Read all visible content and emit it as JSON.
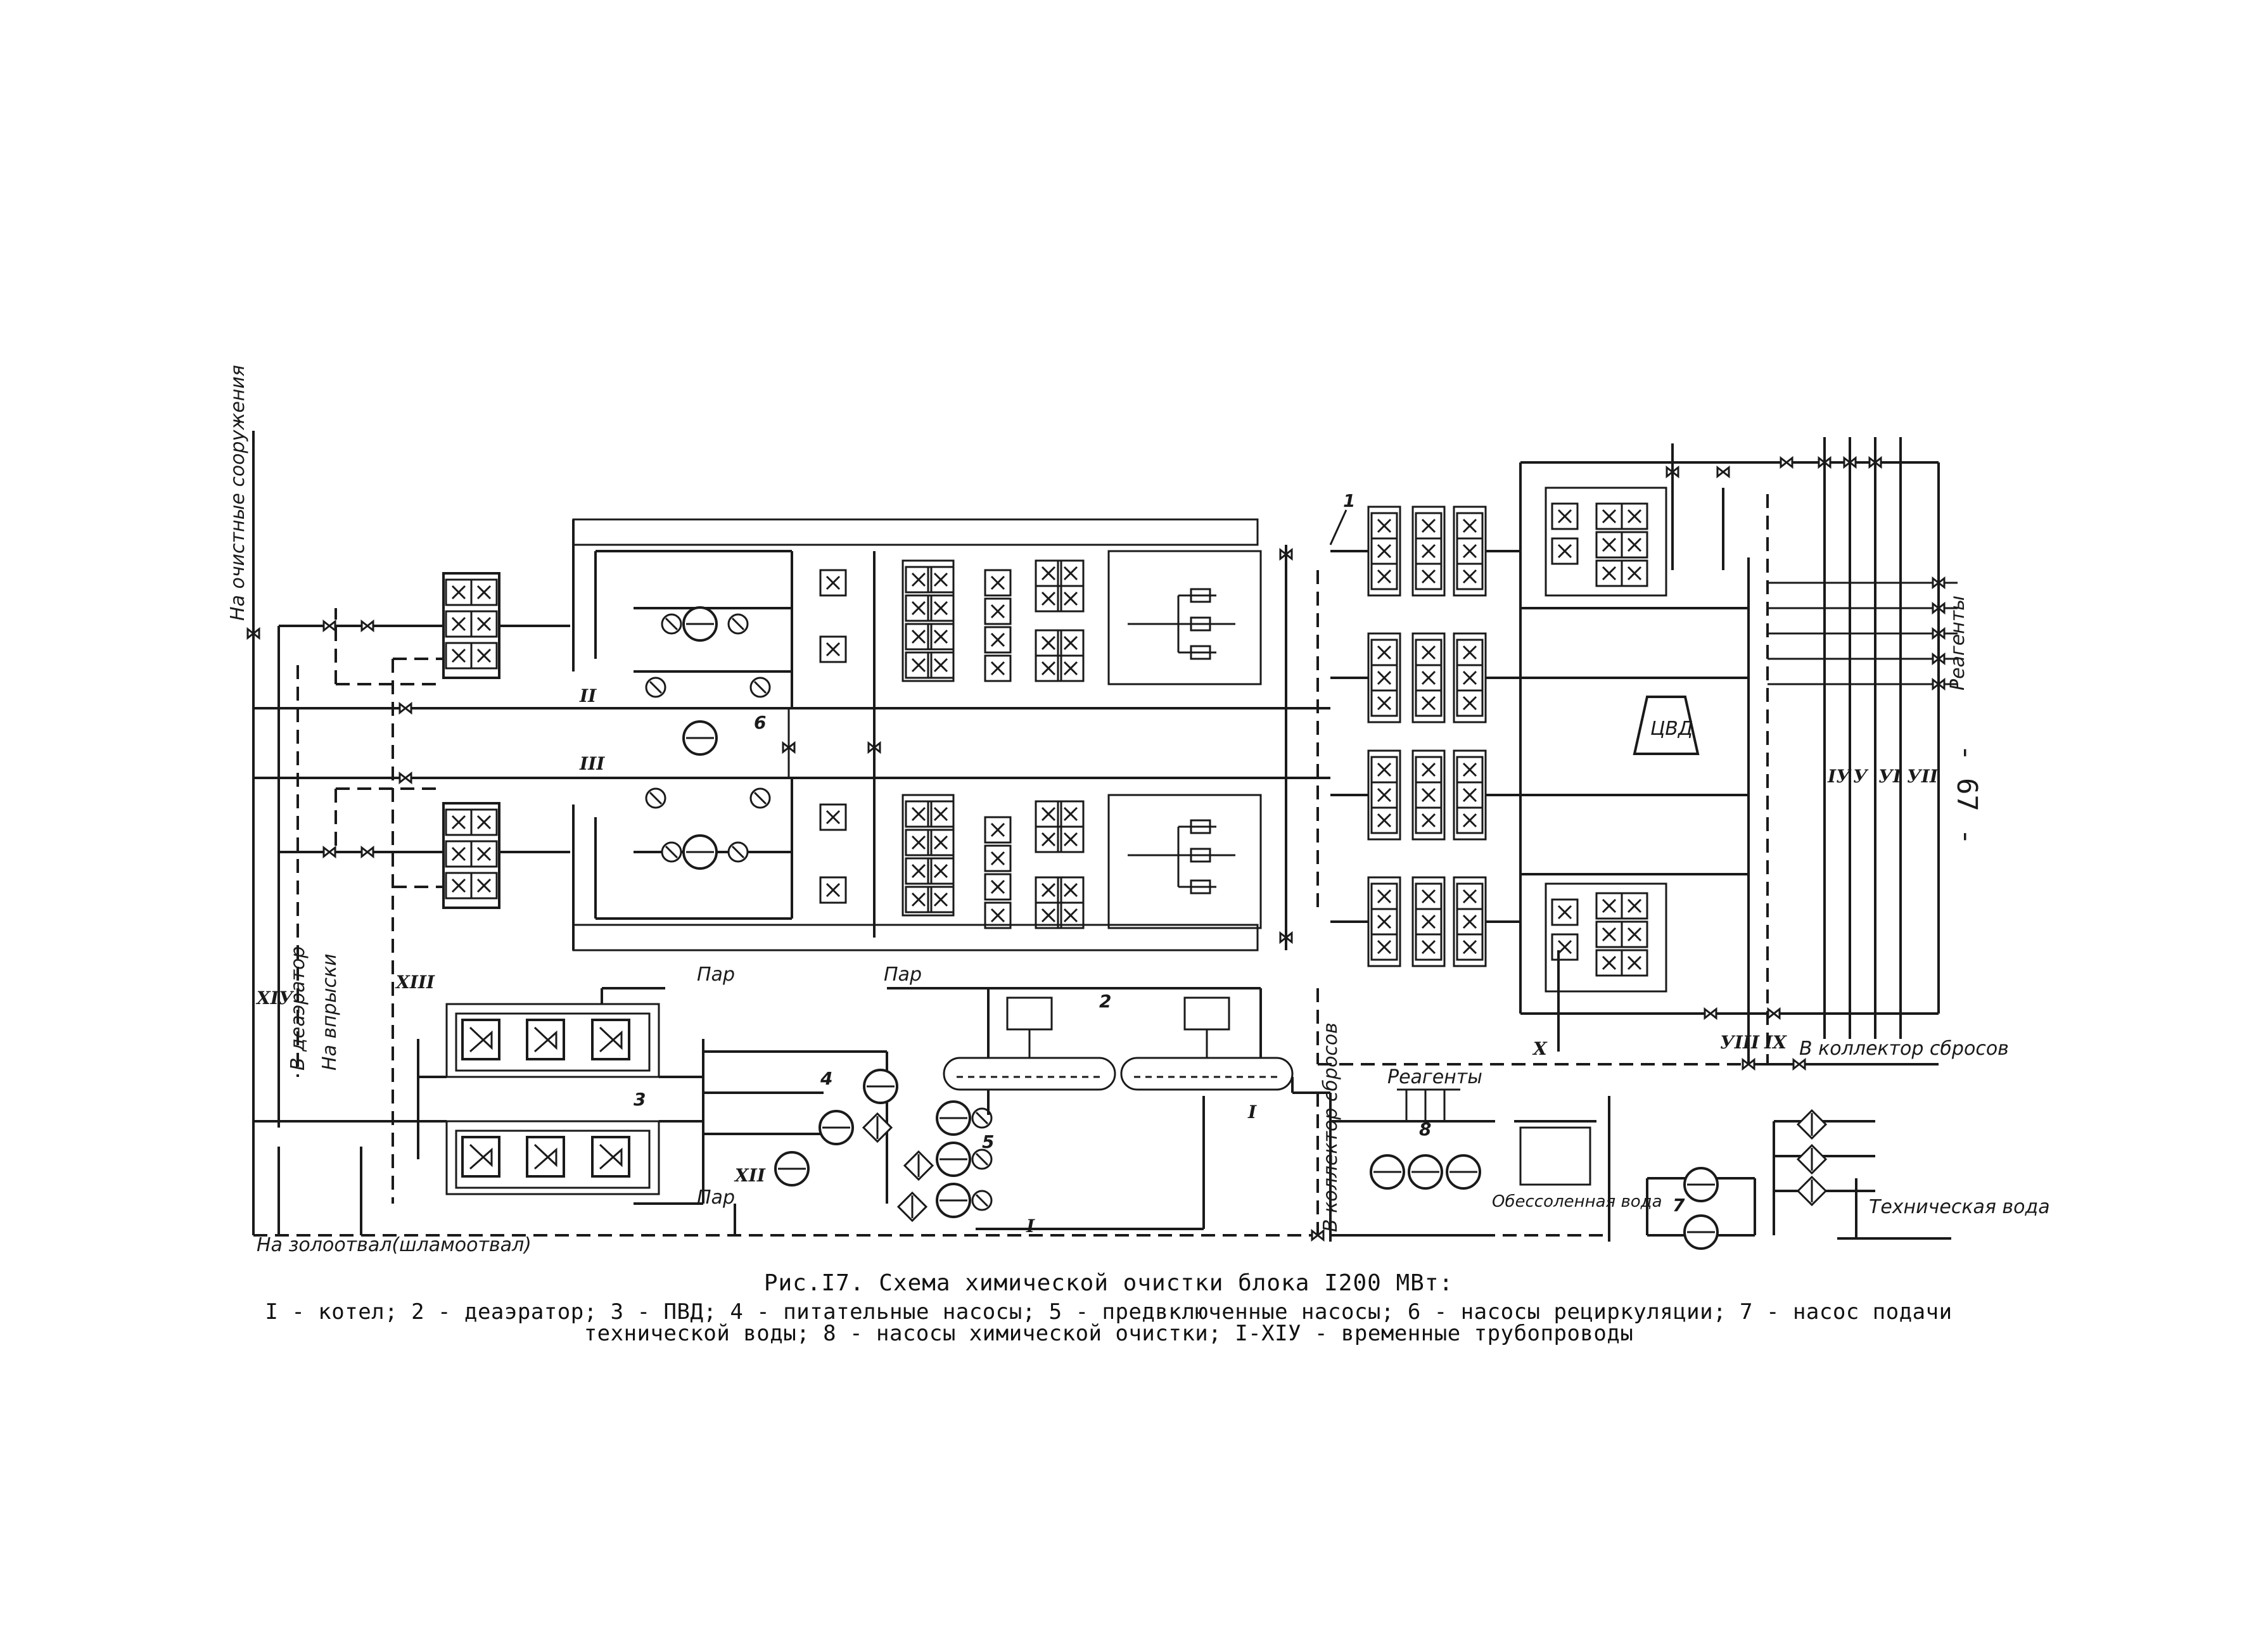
{
  "page_number": "- 67 -",
  "caption": {
    "title": "Рис.I7. Схема химической очистки блока I200 МВт:",
    "legend": "I - котел; 2 - деаэратор; 3 - ПВД; 4 - питательные насосы; 5 - предвключенные насосы; 6 - насосы рециркуляции; 7 - насос подачи технической воды; 8 - насосы химической очистки; I-XIУ - временные трубопроводы"
  },
  "labels": {
    "to_treatment": "На очистные сооружения",
    "to_deaerator": "В деаэратор",
    "to_blowdown": "На впрыски",
    "to_ash_dump": "На золоотвал(шламоотвал)",
    "steam_1": "Пар",
    "steam_2": "Пар",
    "steam_3": "Пар",
    "reagents_right": "Реагенты",
    "reagents_bottom": "Реагенты",
    "to_drain_collector_right": "В коллектор сбросов",
    "to_drain_collector_bottom": "В коллектор сбросов",
    "demineralized_water": "Обессоленная вода",
    "technical_water": "Техническая вода",
    "hp_cylinder": "ЦВД"
  },
  "roman_labels": {
    "r2": "II",
    "r3": "III",
    "r5": "X",
    "r8": "XIII",
    "r9": "XIУ",
    "r10": "XII",
    "r11": "I",
    "r12": "I",
    "r14": "IУ",
    "r15": "У",
    "r16": "УI",
    "r17": "УII",
    "r18": "УIII",
    "r19": "IX"
  },
  "numbers": {
    "n1": "1",
    "n2": "2",
    "n3": "3",
    "n4": "4",
    "n5": "5",
    "n6": "6",
    "n7": "7",
    "n8": "8"
  }
}
